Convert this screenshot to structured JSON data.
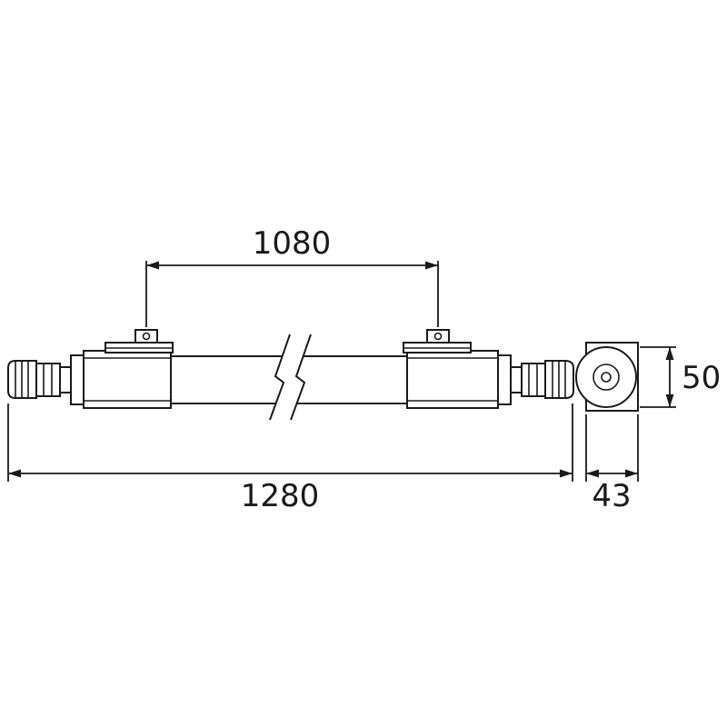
{
  "colors": {
    "background": "#ffffff",
    "line": "#1a1a1a"
  },
  "drawing": {
    "type": "technical-dimension-drawing",
    "views": {
      "side_view": "tubular-fixture-side-view",
      "end_view": "tubular-fixture-end-view"
    },
    "dimensions": {
      "bracket_spacing": "1080",
      "overall_length": "1280",
      "diameter": "50",
      "end_width": "43"
    }
  }
}
